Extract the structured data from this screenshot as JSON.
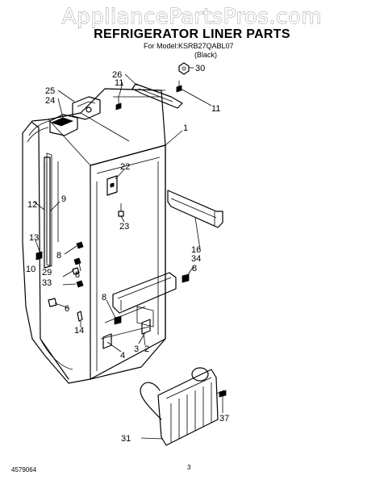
{
  "watermark": "AppliancePartsPros.com",
  "header": {
    "title": "REFRIGERATOR LINER PARTS",
    "model_line": "For Model:KSRB27QABL07",
    "variant": "(Black)"
  },
  "callouts": {
    "c1": "1",
    "c2": "2",
    "c3": "3",
    "c4": "4",
    "c6": "6",
    "c8a": "8",
    "c8b": "8",
    "c8c": "8",
    "c8d": "8",
    "c9": "9",
    "c10": "10",
    "c11a": "11",
    "c11b": "11",
    "c12": "12",
    "c13": "13",
    "c14": "14",
    "c16": "16",
    "c22": "22",
    "c23": "23",
    "c24": "24",
    "c25": "25",
    "c26": "26",
    "c29": "29",
    "c30": "30",
    "c31": "31",
    "c33": "33",
    "c34": "34",
    "c37": "37"
  },
  "footer": {
    "doc_number": "4579064",
    "page_number": "3"
  }
}
